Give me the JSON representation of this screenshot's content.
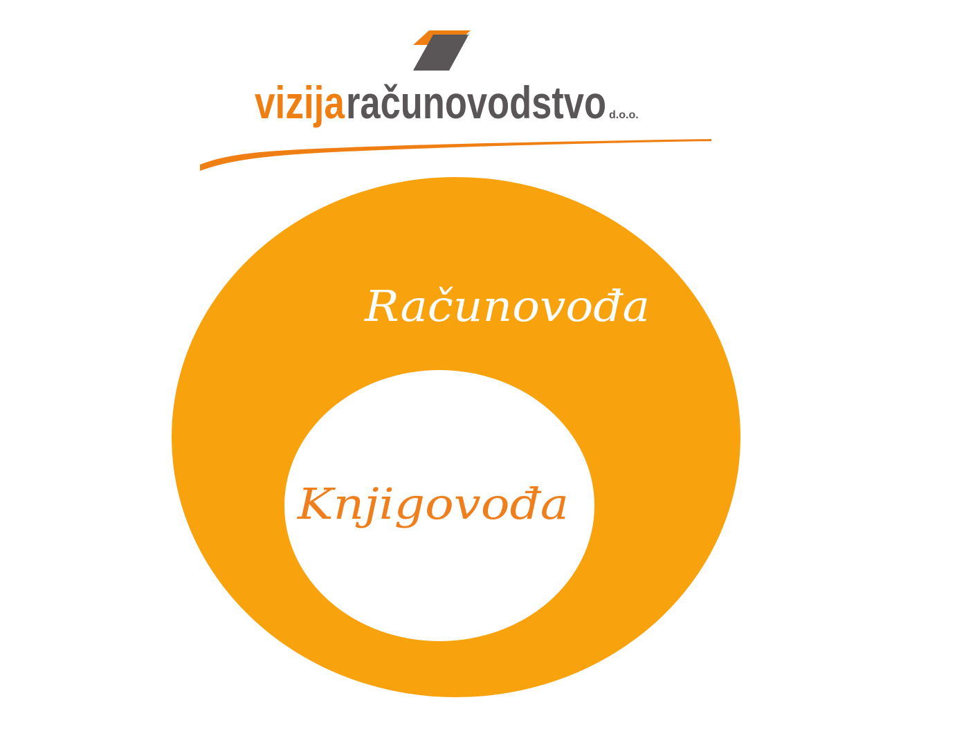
{
  "logo": {
    "word1": "vizija",
    "word2": "računovodstvo",
    "suffix": "d.o.o."
  },
  "diagram": {
    "outer_label": "Računovođa",
    "inner_label": "Knjigovođa"
  },
  "colors": {
    "brand_orange": "#f07f13",
    "brand_gray": "#5a5658",
    "outer_circle": "#f8a20d",
    "inner_circle": "#ffffff",
    "inner_text": "#ef7e1c",
    "outer_text": "#ffffff"
  }
}
